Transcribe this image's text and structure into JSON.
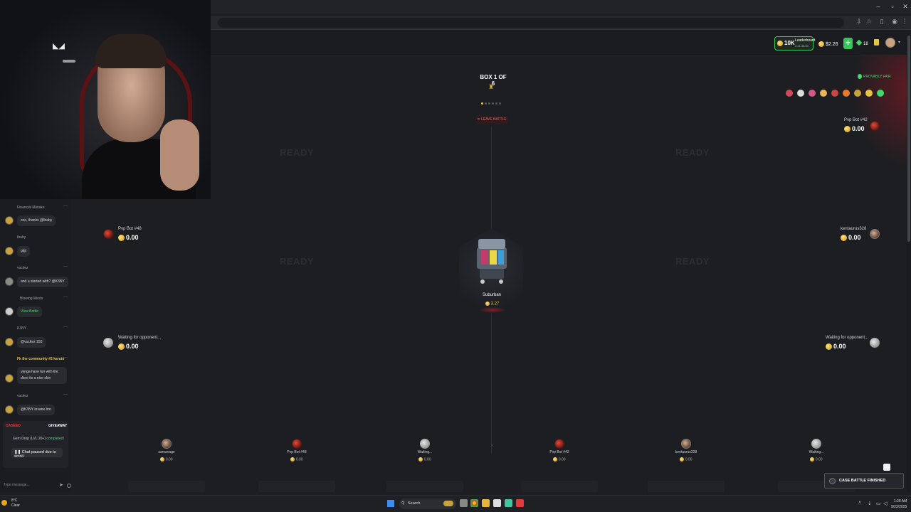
{
  "browser": {
    "window_controls": [
      "–",
      "▫",
      "✕"
    ],
    "toolbar_icons": [
      "download-icon",
      "star-icon",
      "extensions-icon",
      "profile-icon",
      "menu-icon"
    ]
  },
  "header": {
    "leaderboard_value": "10K",
    "leaderboard_label": "Leaderboard",
    "leaderboard_sub": "2:21:38:00",
    "balance": "$2.26",
    "plus_label": "+",
    "gems": "18"
  },
  "chat": {
    "messages": [
      {
        "user": "Financial Mistake",
        "text": "coo, thanks @Ibaby"
      },
      {
        "user": "Ibaby",
        "text": "glgl"
      },
      {
        "user": "vuckez",
        "text": "and u started with? @K3NY"
      },
      {
        "user": "Blowing Minds",
        "text": "View Battle"
      },
      {
        "user": "K3NY",
        "text": "@vuckez 150"
      },
      {
        "user": "Fk the community #2 karuto",
        "text": "venga have fun with the dicre its a nice skin"
      },
      {
        "user": "vuckez",
        "text": "@K3NY insane bro"
      }
    ],
    "giveaway": {
      "logo": "CASE",
      "logo_accent": "ED",
      "title": "GIVEAWAY",
      "line": "Gem Drop (LVL 20+)",
      "line_status": "completed!",
      "paused": "Chat paused due to scroll."
    },
    "input_placeholder": "Type message..."
  },
  "battle": {
    "box_title": "BOX 1 OF 6",
    "leave_label": "✕ LEAVE BATTLE",
    "provably_fair": "PROVABLY FAIR",
    "ready_label": "READY",
    "case_name": "Suburban",
    "case_price": "3.27",
    "dots_total": 6,
    "dots_active": 1,
    "players": {
      "top_right": {
        "name": "Pvp Bot #42",
        "value": "0.00"
      },
      "mid_left": {
        "name": "Pvp Bot #48",
        "value": "0.00"
      },
      "mid_right": {
        "name": "kentaurus328",
        "value": "0.00"
      },
      "low_left": {
        "name": "Waiting for opponent...",
        "value": "0.00"
      },
      "low_right": {
        "name": "Waiting for opponent...",
        "value": "0.00"
      }
    },
    "slots": [
      {
        "name": "saroavage",
        "value": "0.00"
      },
      {
        "name": "Pvp Bot #48",
        "value": "0.00"
      },
      {
        "name": "Waiting...",
        "value": "0.00"
      },
      {
        "name": "Pvp Bot #42",
        "value": "0.00"
      },
      {
        "name": "kentaurus328",
        "value": "0.00"
      },
      {
        "name": "Waiting...",
        "value": "0.00"
      }
    ],
    "toast": "CASE BATTLE FINISHED"
  },
  "taskbar": {
    "temp": "8°C",
    "condition": "Clear",
    "search": "Search",
    "time": "1:28 AM",
    "date": "9/22/2025"
  },
  "colors": {
    "accent_green": "#3fd86a",
    "danger_red": "#ff5b5b",
    "coin_gold": "#e8c441"
  }
}
